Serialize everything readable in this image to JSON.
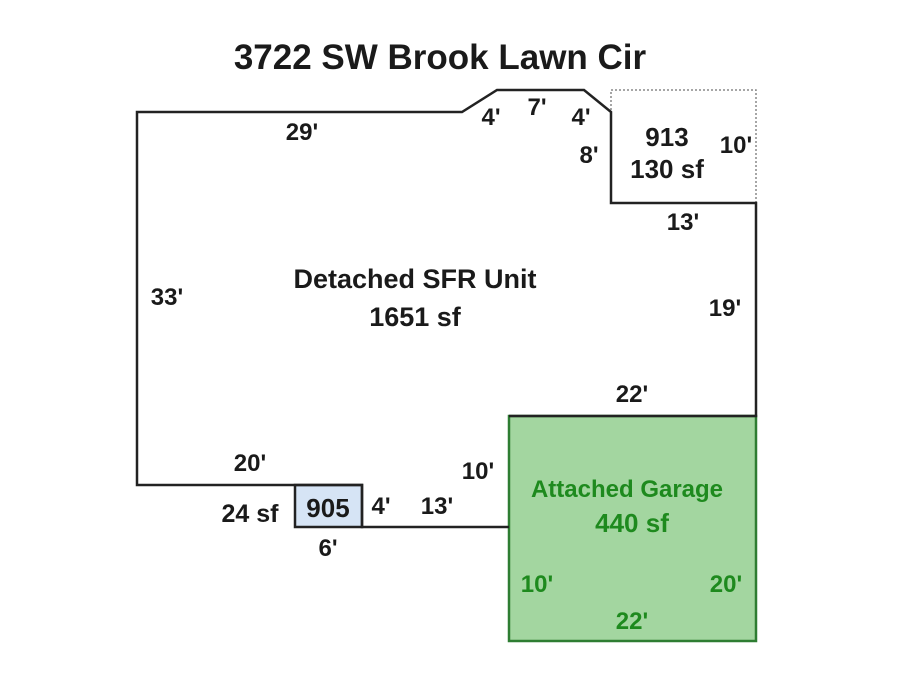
{
  "title": "3722 SW Brook Lawn Cir",
  "main_unit": {
    "name": "Detached SFR Unit",
    "area": "1651 sf"
  },
  "room_913": {
    "code": "913",
    "area": "130 sf"
  },
  "room_905": {
    "code": "905",
    "area": "24 sf"
  },
  "garage": {
    "name": "Attached Garage",
    "area": "440 sf"
  },
  "dimensions": {
    "top_left": "29'",
    "bay_left": "4'",
    "bay_top": "7'",
    "bay_right": "4'",
    "bay_right_side": "8'",
    "room_913_right": "10'",
    "step_13": "13'",
    "left_side": "33'",
    "right_side": "19'",
    "garage_top": "22'",
    "bottom_left": "20'",
    "step_10": "10'",
    "bottom_13": "13'",
    "room_905_side": "4'",
    "room_905_bottom": "6'",
    "garage_left": "10'",
    "garage_right": "20'",
    "garage_bottom": "22'"
  },
  "colors": {
    "outline": "#222222",
    "garage_fill": "#a3d6a0",
    "garage_stroke": "#2e7d32",
    "garage_text": "#1e8a1e",
    "room_905_fill": "#d6e4f5",
    "room_913_border": "#888888"
  }
}
